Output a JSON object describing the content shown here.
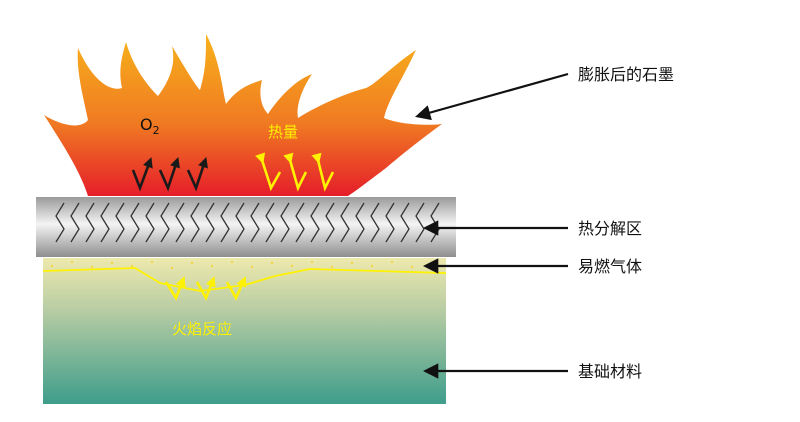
{
  "flame": {
    "oxygen_main": "O",
    "oxygen_sub": "2",
    "heat_label": "热量"
  },
  "flame_reaction_label": "火焰反应",
  "callouts": [
    {
      "id": "expanded-graphite",
      "text": "膨胀后的石墨"
    },
    {
      "id": "pyrolysis-zone",
      "text": "热分解区"
    },
    {
      "id": "flammable-gas",
      "text": "易燃气体"
    },
    {
      "id": "substrate",
      "text": "基础材料"
    }
  ],
  "colors": {
    "flame_top": "#f7a81b",
    "flame_bottom": "#e8202a",
    "heat_text": "#fff200",
    "arrow_dark": "#1a1a1a",
    "arrow_yellow": "#fff200",
    "substrate_top": "#ede8ad",
    "substrate_bottom": "#3f9e8c",
    "graphite_light": "#f2f2f2",
    "graphite_dark": "#8a8a8a"
  }
}
